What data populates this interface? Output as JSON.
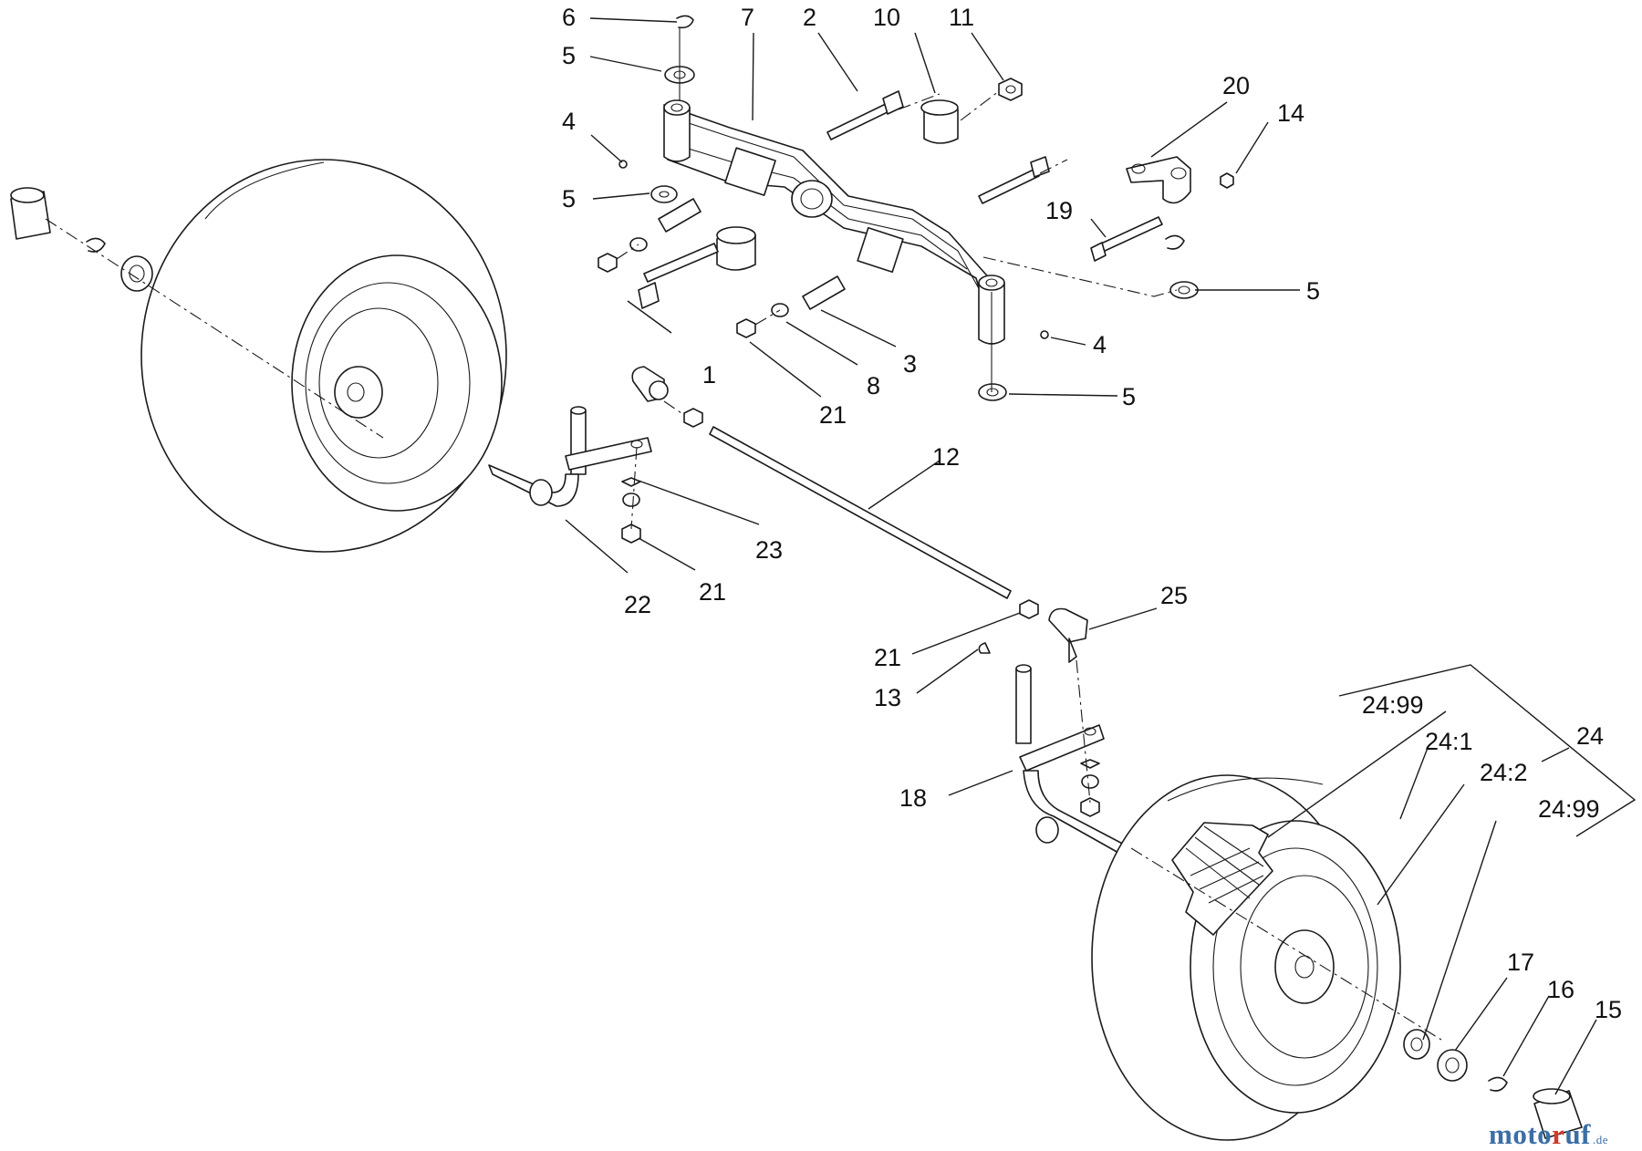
{
  "diagram": {
    "callouts": [
      {
        "id": "c6",
        "text": "6"
      },
      {
        "id": "c7",
        "text": "7"
      },
      {
        "id": "c2",
        "text": "2"
      },
      {
        "id": "c10",
        "text": "10"
      },
      {
        "id": "c11",
        "text": "11"
      },
      {
        "id": "c5a",
        "text": "5"
      },
      {
        "id": "c4a",
        "text": "4"
      },
      {
        "id": "c5b",
        "text": "5"
      },
      {
        "id": "c20",
        "text": "20"
      },
      {
        "id": "c14",
        "text": "14"
      },
      {
        "id": "c19",
        "text": "19"
      },
      {
        "id": "c5c",
        "text": "5"
      },
      {
        "id": "c4b",
        "text": "4"
      },
      {
        "id": "c5d",
        "text": "5"
      },
      {
        "id": "c1",
        "text": "1"
      },
      {
        "id": "c3",
        "text": "3"
      },
      {
        "id": "c8",
        "text": "8"
      },
      {
        "id": "c21a",
        "text": "21"
      },
      {
        "id": "c12",
        "text": "12"
      },
      {
        "id": "c23",
        "text": "23"
      },
      {
        "id": "c21b",
        "text": "21"
      },
      {
        "id": "c22",
        "text": "22"
      },
      {
        "id": "c25",
        "text": "25"
      },
      {
        "id": "c21c",
        "text": "21"
      },
      {
        "id": "c13",
        "text": "13"
      },
      {
        "id": "c18",
        "text": "18"
      },
      {
        "id": "c24-99a",
        "text": "24:99"
      },
      {
        "id": "c24-1",
        "text": "24:1"
      },
      {
        "id": "c24",
        "text": "24"
      },
      {
        "id": "c24-2",
        "text": "24:2"
      },
      {
        "id": "c24-99b",
        "text": "24:99"
      },
      {
        "id": "c17",
        "text": "17"
      },
      {
        "id": "c16",
        "text": "16"
      },
      {
        "id": "c15",
        "text": "15"
      }
    ]
  },
  "watermark": {
    "prefix": "moto",
    "accent": "r",
    "rest": "uf",
    "suffix": ".de"
  },
  "colors": {
    "line": "#1a1a1a",
    "background": "#ffffff",
    "watermark_blue": "#3b6ea5",
    "watermark_red": "#d23a2a"
  }
}
